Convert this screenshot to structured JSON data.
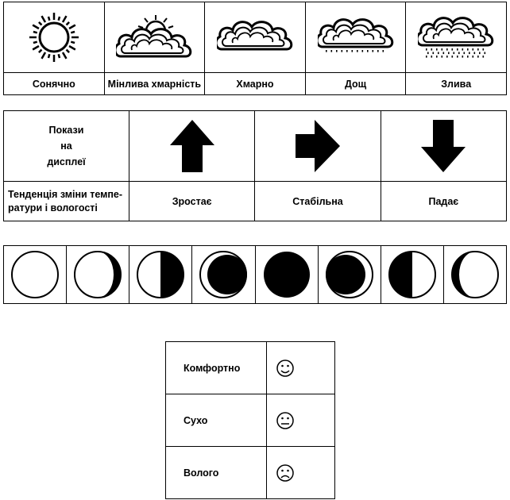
{
  "weather": {
    "items": [
      {
        "label": "Сонячно",
        "icon": "sun-icon"
      },
      {
        "label": "Мінлива хмарність",
        "icon": "partly-cloudy-icon"
      },
      {
        "label": "Хмарно",
        "icon": "cloud-icon"
      },
      {
        "label": "Дощ",
        "icon": "rain-icon"
      },
      {
        "label": "Злива",
        "icon": "heavy-rain-icon"
      }
    ]
  },
  "trend": {
    "display_label": "Покази\nна\nдисплеї",
    "description": "Тенденція зміни темпе-\nратури і вологості",
    "items": [
      {
        "label": "Зростає",
        "icon": "arrow-up-icon"
      },
      {
        "label": "Стабільна",
        "icon": "arrow-right-icon"
      },
      {
        "label": "Падає",
        "icon": "arrow-down-icon"
      }
    ]
  },
  "moon_phases": [
    "full-moon-icon",
    "waning-gibbous-icon",
    "last-quarter-icon",
    "waning-crescent-icon",
    "new-moon-icon",
    "waxing-crescent-icon",
    "first-quarter-icon",
    "waxing-gibbous-icon"
  ],
  "comfort": {
    "rows": [
      {
        "label": "Комфортно",
        "icon": "smile-face-icon"
      },
      {
        "label": "Сухо",
        "icon": "neutral-face-icon"
      },
      {
        "label": "Волого",
        "icon": "sad-face-icon"
      }
    ]
  }
}
